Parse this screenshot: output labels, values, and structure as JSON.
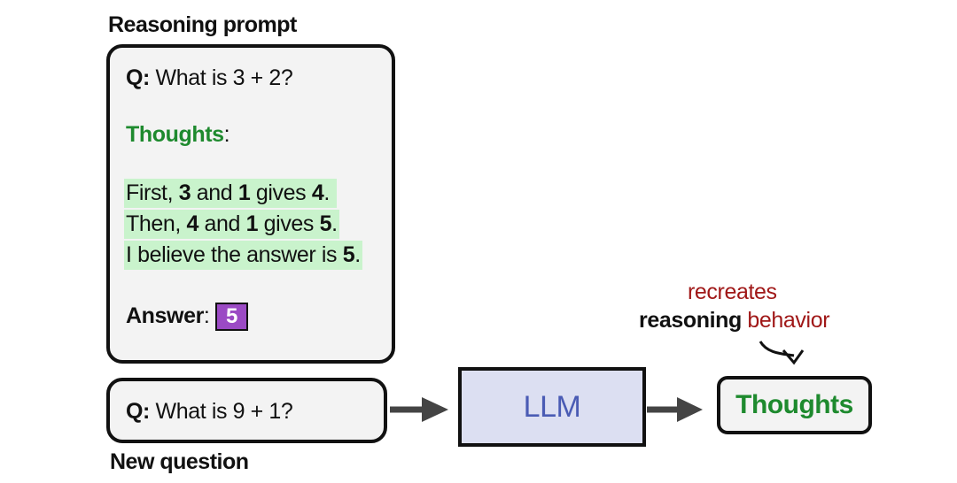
{
  "headings": {
    "reasoning_prompt": "Reasoning prompt",
    "new_question": "New question"
  },
  "prompt": {
    "q_label": "Q:",
    "question": "What is 3 + 2?",
    "thoughts_label": "Thoughts",
    "thoughts_colon": ":",
    "line1": {
      "pre": "First, ",
      "a": "3",
      "mid": " and ",
      "b": "1",
      "post": " gives ",
      "c": "4",
      "end": "."
    },
    "line2": {
      "pre": "Then, ",
      "a": "4",
      "mid": " and ",
      "b": "1",
      "post": " gives ",
      "c": "5",
      "end": "."
    },
    "line3": {
      "pre": "I believe the answer is ",
      "c": "5",
      "end": "."
    },
    "answer_label": "Answer",
    "answer_colon": ":",
    "answer_value": "5"
  },
  "new_question": {
    "q_label": "Q:",
    "question": "What is 9 + 1?"
  },
  "model": {
    "label": "LLM"
  },
  "output": {
    "label": "Thoughts"
  },
  "annotation": {
    "line1": "recreates",
    "line2_a": "reasoning",
    "line2_b": "behavior"
  },
  "colors": {
    "thoughts_green": "#1e8a2e",
    "highlight_green": "#c9f3cc",
    "annotation_red": "#a01818",
    "answer_purple": "#9b4ac4",
    "llm_fill": "#dcdff2",
    "llm_text": "#4a5bb4"
  }
}
